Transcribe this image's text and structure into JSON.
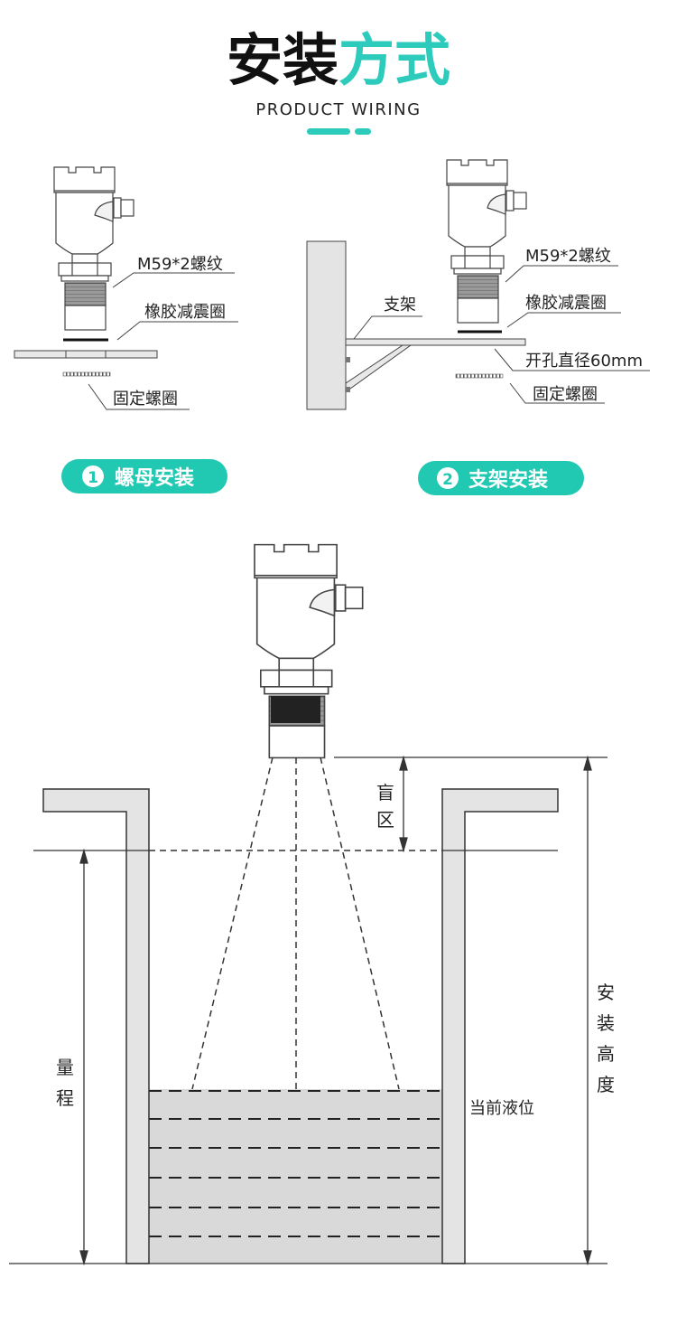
{
  "header": {
    "title_part1": "安装",
    "title_part2": "方式",
    "subtitle": "PRODUCT WIRING"
  },
  "colors": {
    "accent": "#21c9b3",
    "title_dark": "#111111",
    "wall": "#e4e4e4",
    "liquid": "#d9d9d9"
  },
  "diagram1": {
    "labels": {
      "thread": "M59*2螺纹",
      "rubber_ring": "橡胶减震圈",
      "fixing_ring": "固定螺圈"
    },
    "badge": {
      "number": "1",
      "label": "螺母安装"
    }
  },
  "diagram2": {
    "labels": {
      "bracket": "支架",
      "thread": "M59*2螺纹",
      "rubber_ring": "橡胶减震圈",
      "hole": "开孔直径60mm",
      "fixing_ring": "固定螺圈"
    },
    "badge": {
      "number": "2",
      "label": "支架安装"
    }
  },
  "tank_diagram": {
    "blind_zone": [
      "盲",
      "区"
    ],
    "range": [
      "量",
      "程"
    ],
    "install_height": [
      "安",
      "装",
      "高",
      "度"
    ],
    "current_level": "当前液位"
  }
}
